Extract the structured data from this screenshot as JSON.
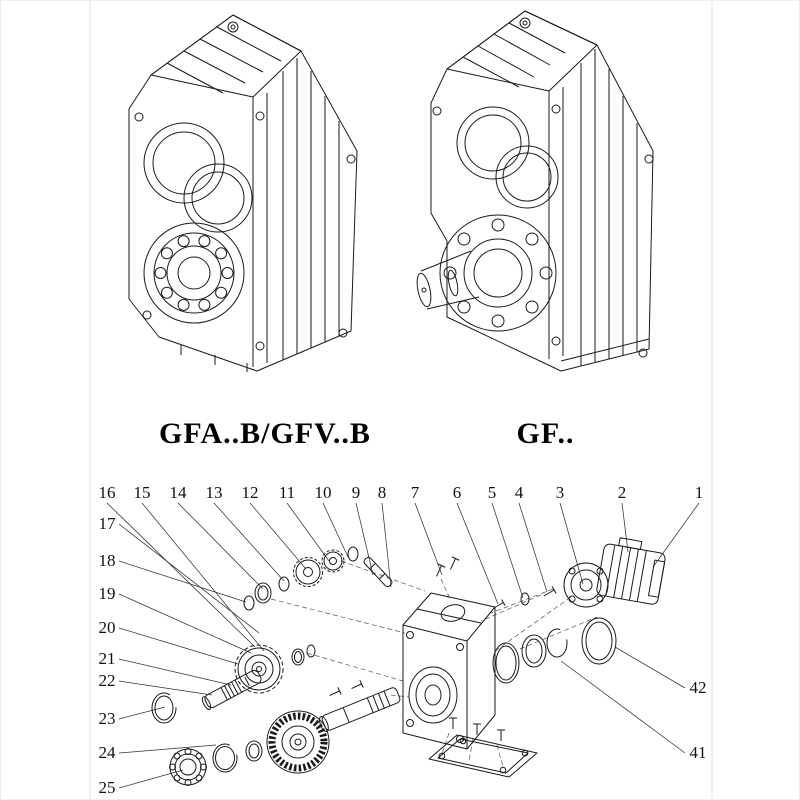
{
  "models": {
    "left_label": "GFA..B/GFV..B",
    "right_label": "GF.."
  },
  "exploded": {
    "top_callouts": [
      "16",
      "15",
      "14",
      "13",
      "12",
      "11",
      "10",
      "9",
      "8",
      "7",
      "6",
      "5",
      "4",
      "3",
      "2",
      "1"
    ],
    "left_callouts": [
      "17",
      "18",
      "19",
      "20",
      "21",
      "22",
      "23",
      "24",
      "25"
    ],
    "right_callouts": [
      "42",
      "41"
    ]
  },
  "appearance": {
    "ink_color": "#1a1a1a",
    "leader_color": "#333333",
    "background": "#ffffff"
  }
}
